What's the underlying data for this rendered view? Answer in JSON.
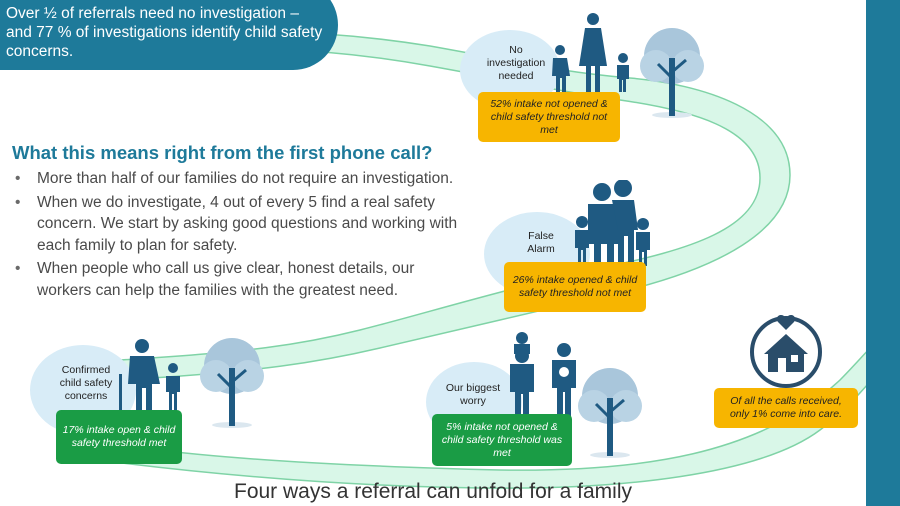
{
  "header": {
    "text": "Over ½ of referrals need no investigation – and 77 % of investigations identify child safety concerns."
  },
  "main": {
    "heading": "What this means right from the first phone call?",
    "bullets": [
      "More than half of our families do not require an investigation.",
      "When we do investigate, 4 out of every 5 find a real safety concern.  We start by asking good questions and working with each family to plan for safety.",
      "When people who call us give clear, honest details, our workers can help the families with the greatest need."
    ]
  },
  "outcomes": [
    {
      "bubble": "No investigation needed",
      "label": "52% intake not opened & child safety threshold not met",
      "color": "#f7b500"
    },
    {
      "bubble": "False Alarm",
      "label": "26% intake opened & child safety threshold not met",
      "color": "#f7b500"
    },
    {
      "bubble": "Confirmed child safety concerns",
      "label": "17% intake open & child safety threshold met",
      "color": "#1a9c45"
    },
    {
      "bubble": "Our biggest worry",
      "label": "5% intake not opened & child safety threshold was met",
      "color": "#1a9c45"
    }
  ],
  "care": {
    "label": "Of all the calls received, only 1% come into care."
  },
  "footer": {
    "caption": "Four ways a referral can unfold for a family"
  },
  "colors": {
    "accent": "#1e7a9a",
    "path": "#d9f7e8",
    "icon": "#1f5a82",
    "tree": "#a9c6db"
  }
}
